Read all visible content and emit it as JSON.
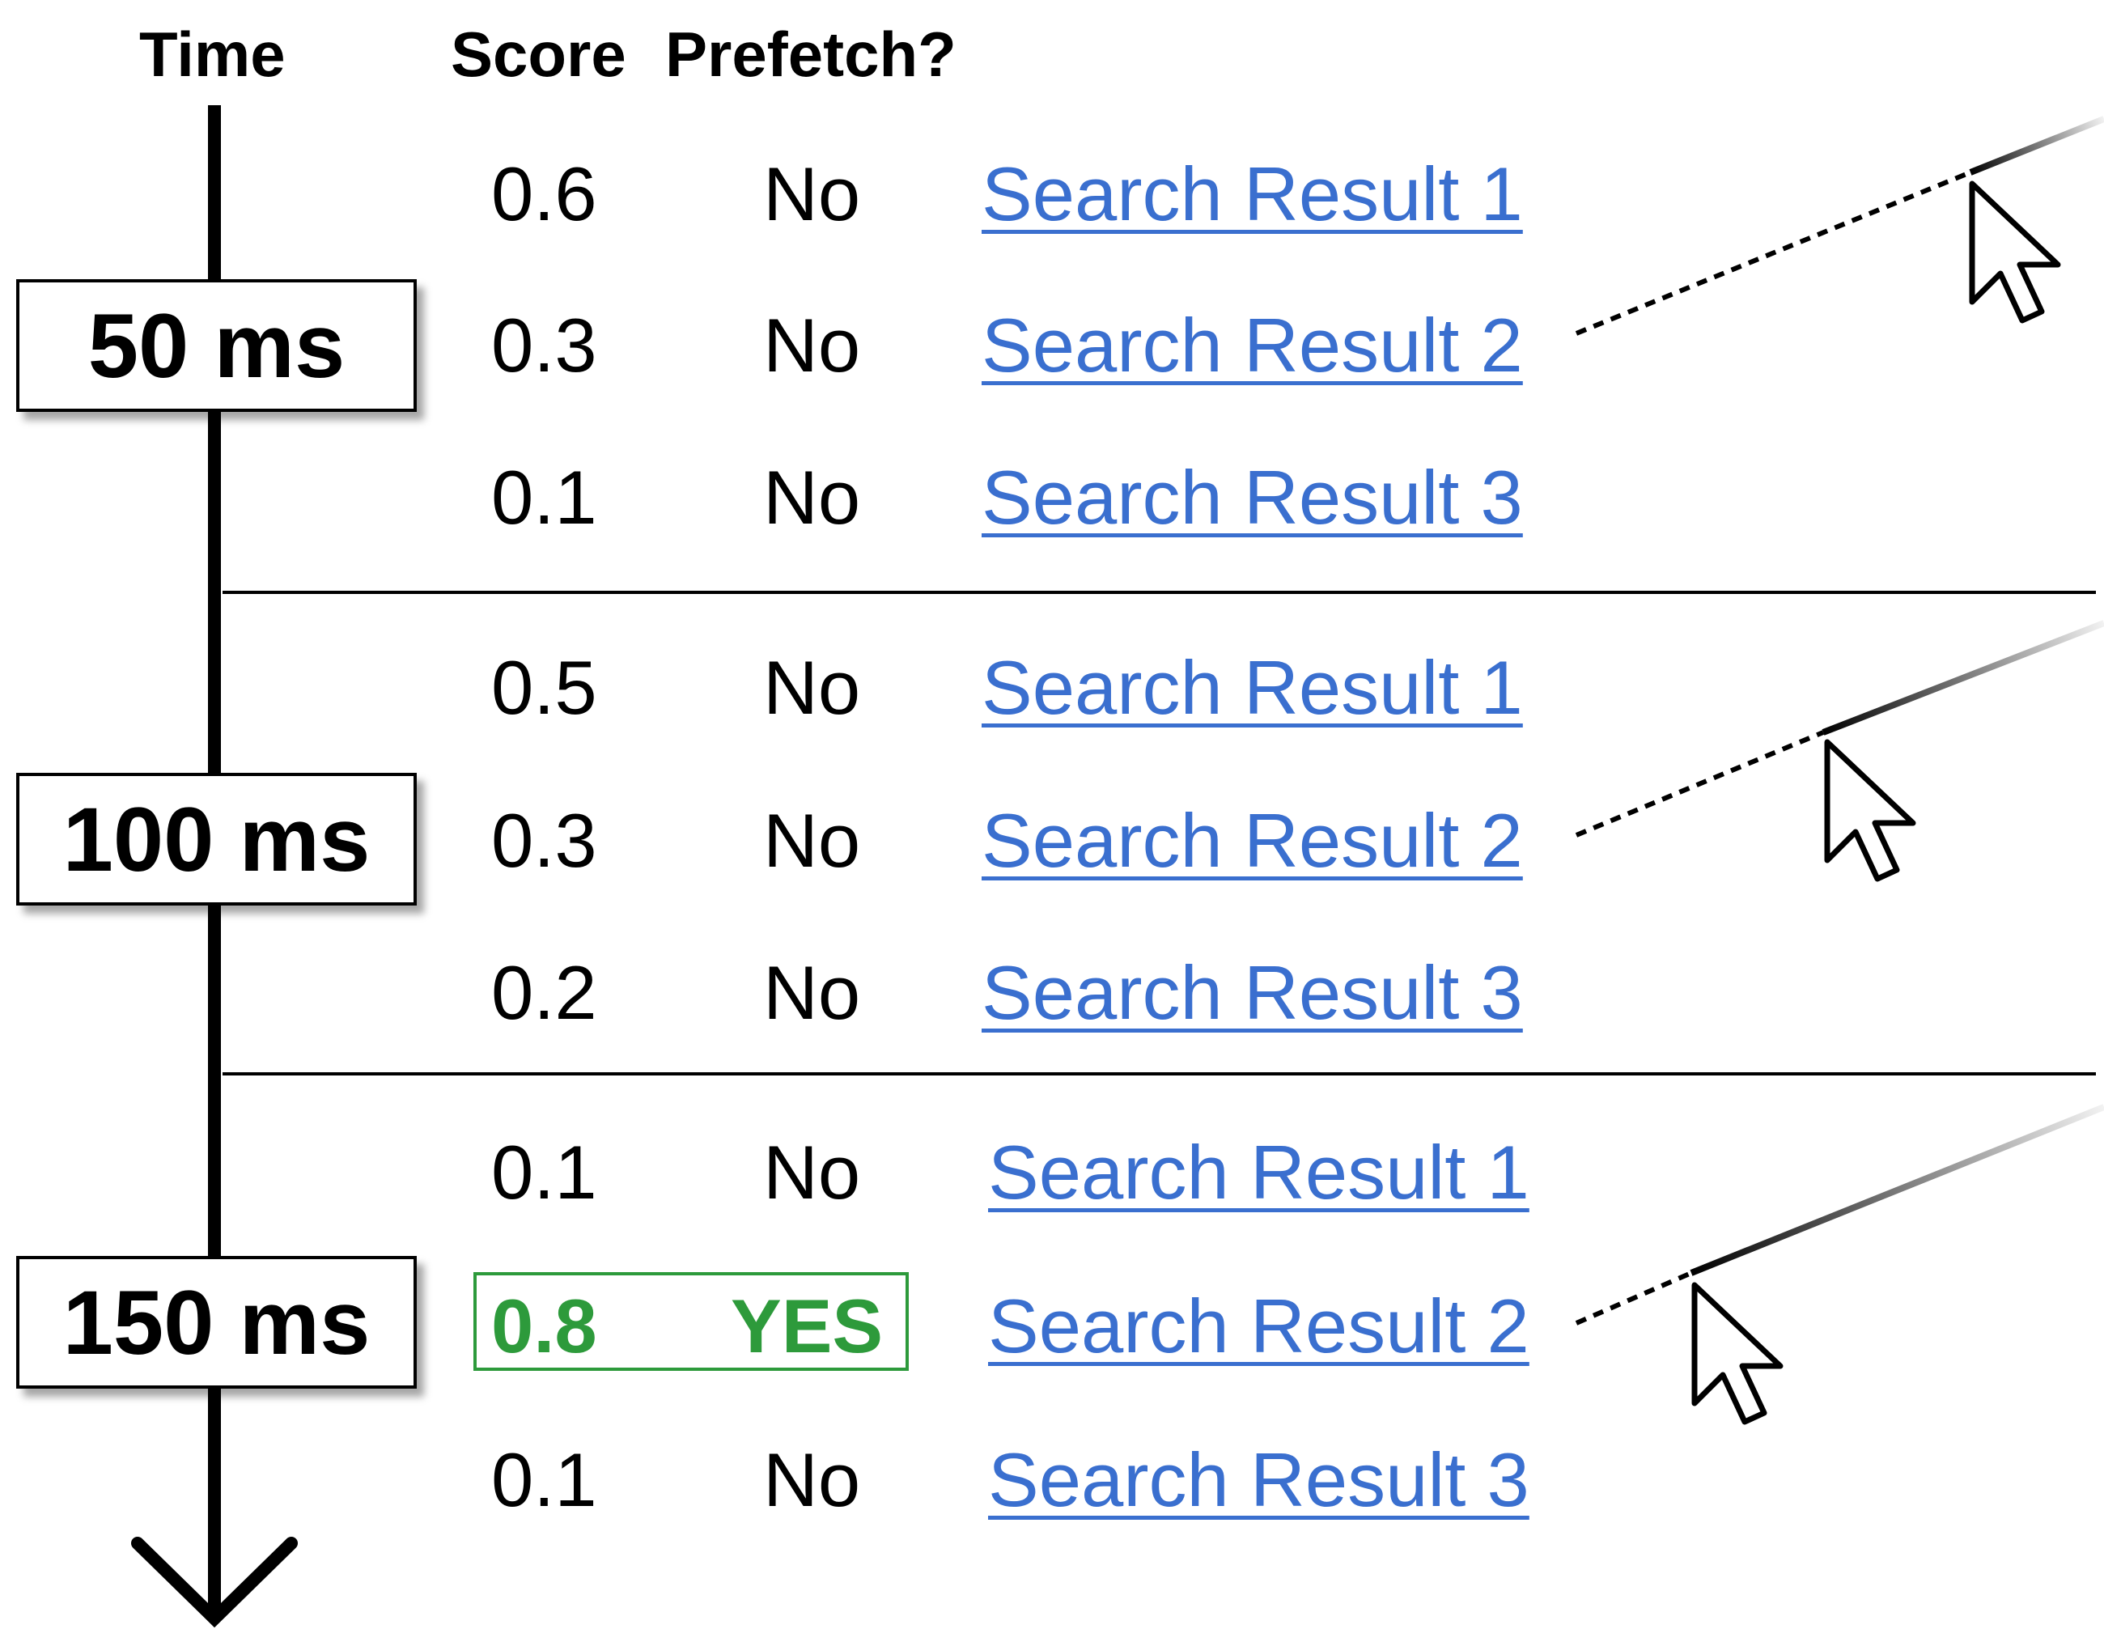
{
  "headers": {
    "time": "Time",
    "score": "Score",
    "prefetch": "Prefetch?"
  },
  "colors": {
    "link": "#3a6fcf",
    "prefetch_highlight": "#2d9a3b",
    "axis": "#000000"
  },
  "icons": {
    "timeline_arrow": "arrow-down-icon",
    "cursor": "mouse-pointer-icon"
  },
  "groups": [
    {
      "time": "50 ms",
      "hover_result": 2,
      "rows": [
        {
          "score": "0.6",
          "prefetch": "No",
          "link": "Search Result 1",
          "selected": false
        },
        {
          "score": "0.3",
          "prefetch": "No",
          "link": "Search Result 2",
          "selected": false
        },
        {
          "score": "0.1",
          "prefetch": "No",
          "link": "Search Result 3",
          "selected": false
        }
      ]
    },
    {
      "time": "100 ms",
      "hover_result": 2,
      "rows": [
        {
          "score": "0.5",
          "prefetch": "No",
          "link": "Search Result 1",
          "selected": false
        },
        {
          "score": "0.3",
          "prefetch": "No",
          "link": "Search Result 2",
          "selected": false
        },
        {
          "score": "0.2",
          "prefetch": "No",
          "link": "Search Result 3",
          "selected": false
        }
      ]
    },
    {
      "time": "150 ms",
      "hover_result": 2,
      "rows": [
        {
          "score": "0.1",
          "prefetch": "No",
          "link": "Search Result 1",
          "selected": false
        },
        {
          "score": "0.8",
          "prefetch": "YES",
          "link": "Search Result 2",
          "selected": true
        },
        {
          "score": "0.1",
          "prefetch": "No",
          "link": "Search Result 3",
          "selected": false
        }
      ]
    }
  ]
}
